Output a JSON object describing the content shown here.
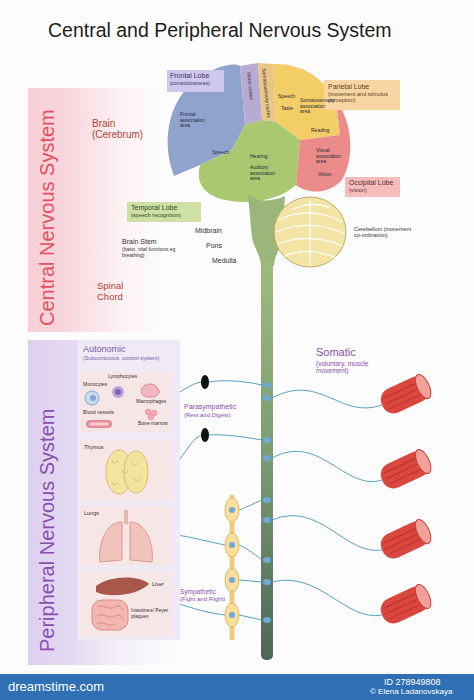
{
  "diagram": {
    "title": "Central and Peripheral Nervous System",
    "nodes": [
      {
        "text": [
          "Central Nervous System"
        ]
      },
      {
        "text": [
          "Frontal Lobe",
          "(consciousness)"
        ]
      },
      {
        "text": [
          "Parietal Lobe",
          "(movement and stimulus perception)"
        ]
      },
      {
        "text": [
          "Occipital Lobe",
          "(vision)"
        ]
      },
      {
        "text": [
          "Temporal Lobe",
          "(speech recognition)"
        ]
      },
      {
        "text": [
          "Peripheral Nervous System"
        ]
      },
      {
        "text": [
          "Autonomic",
          "(Subconscious, control system)"
        ],
        "in": 5
      },
      {
        "text": [
          "Lymphocytes",
          "Monocytes",
          "Macrophages",
          "Blood vessels",
          "Bone marrow"
        ],
        "in": 6
      },
      {
        "text": [
          "Thymus"
        ],
        "in": 6
      },
      {
        "text": [
          "Lungs"
        ],
        "in": 6
      },
      {
        "text": [
          "Liver",
          "Intestines/ Peyer plaques"
        ],
        "in": 6
      }
    ],
    "labels": [
      "Brain (Cerebrum)",
      "Frontal association area",
      "Motor cortex",
      "Somatosensory cortex",
      "Speech",
      "Taste",
      "Somatosensory association area",
      "Reading",
      "Speech",
      "Hearing",
      "Auditory association area",
      "Visual association area",
      "Vision",
      "Midbrain",
      "Pons",
      "Medulla",
      "Cerebellum (movement co-ordination)",
      "Brain Stem",
      "(basic, vital functions eg breathing)",
      "Spinal Chord",
      "Somatic",
      "(voluntary, muscle movement)",
      "Parasympathetic",
      "(Rest and Digest)",
      "Sympathetic",
      "(Fight and Flight)",
      "dreamstime.com",
      "ID 278949808",
      "© Elena Ladanovskaya"
    ]
  }
}
